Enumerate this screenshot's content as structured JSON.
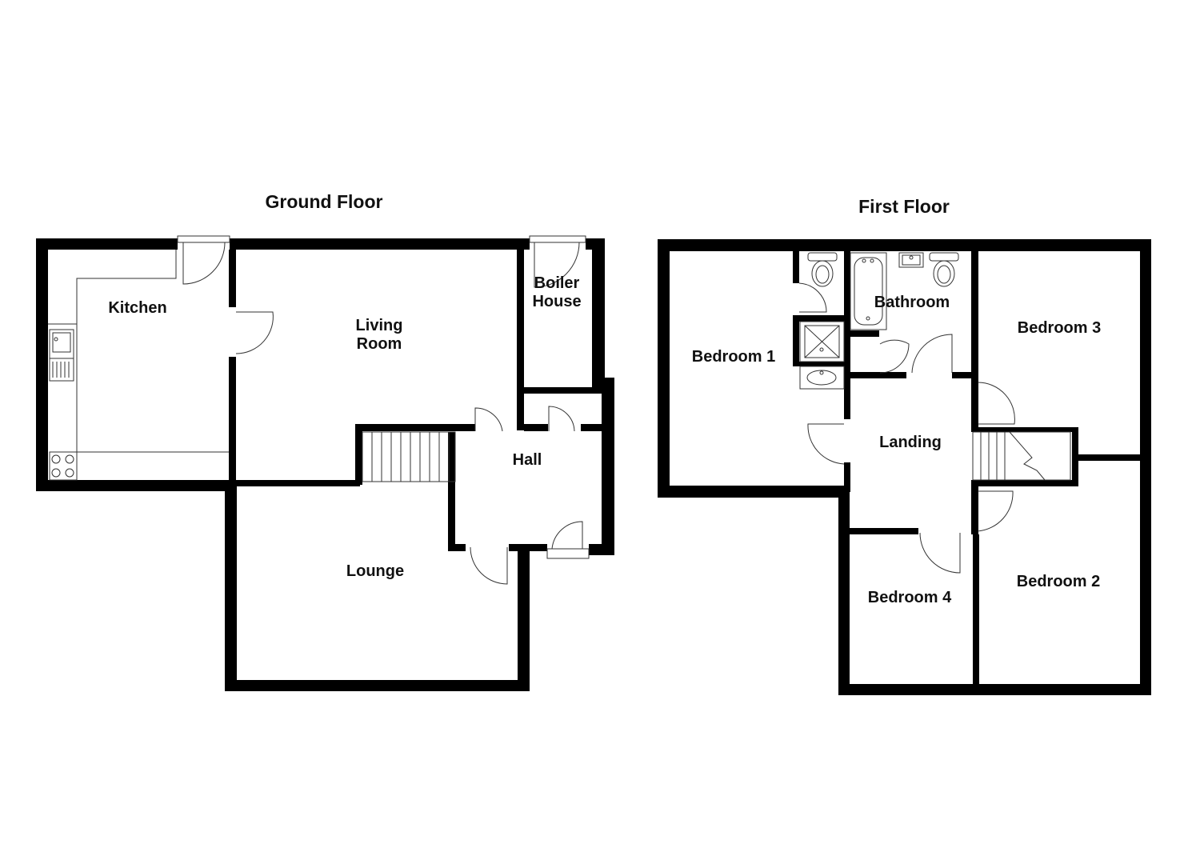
{
  "floors": [
    {
      "title": "Ground Floor",
      "rooms": [
        "Kitchen",
        "Living",
        "Room",
        "Boiler",
        "House",
        "Hall",
        "Lounge"
      ]
    },
    {
      "title": "First Floor",
      "rooms": [
        "Bedroom 1",
        "Bathroom",
        "Bedroom 3",
        "Landing",
        "Bedroom 4",
        "Bedroom 2"
      ]
    }
  ],
  "colors": {
    "wall": "#000000",
    "background": "#ffffff",
    "fixture": "#333333"
  }
}
